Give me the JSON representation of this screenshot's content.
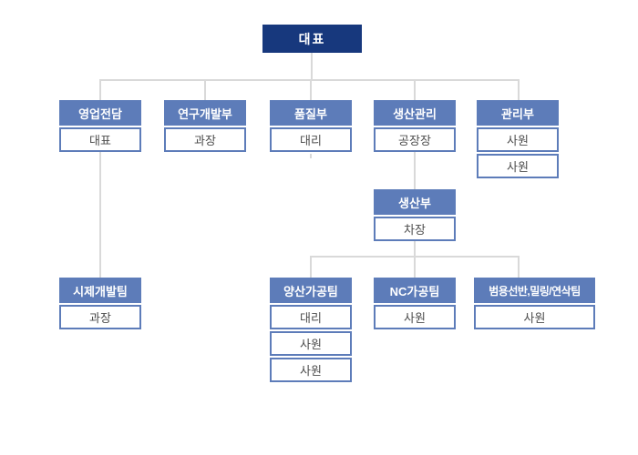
{
  "org_chart": {
    "root": {
      "label": "대표"
    },
    "departments": [
      {
        "label": "영업전담",
        "members": [
          "대표"
        ]
      },
      {
        "label": "연구개발부",
        "members": [
          "과장"
        ]
      },
      {
        "label": "품질부",
        "members": [
          "대리"
        ]
      },
      {
        "label": "생산관리",
        "members": [
          "공장장"
        ]
      },
      {
        "label": "관리부",
        "members": [
          "사원",
          "사원"
        ]
      }
    ],
    "sub_department": {
      "label": "생산부",
      "members": [
        "차장"
      ]
    },
    "teams": [
      {
        "label": "시제개발팀",
        "members": [
          "과장"
        ]
      },
      {
        "label": "양산가공팀",
        "members": [
          "대리",
          "사원",
          "사원"
        ]
      },
      {
        "label": "NC가공팀",
        "members": [
          "사원"
        ]
      },
      {
        "label": "범용선반,밀링/연삭팀",
        "members": [
          "사원"
        ]
      }
    ],
    "colors": {
      "page_bg": "#ffffff",
      "root_box_bg": "#17387d",
      "root_box_text": "#ffffff",
      "header_bg": "#5d7cb9",
      "header_text": "#ffffff",
      "member_box_bg": "#ffffff",
      "member_box_border": "#5d7cb9",
      "member_text": "#4d4d4d",
      "connector_line": "#d9d9d9"
    }
  }
}
